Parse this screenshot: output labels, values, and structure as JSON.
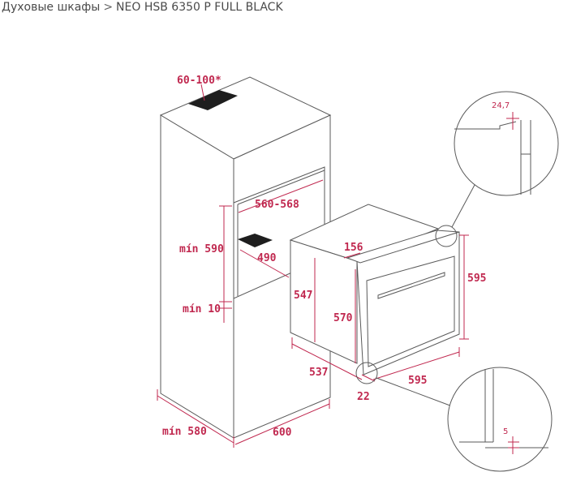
{
  "breadcrumb": {
    "parent": "Духовые шкафы",
    "separator": ">",
    "current": "NEO HSB 6350 P FULL BLACK"
  },
  "diagram": {
    "accent_color": "#c0284f",
    "line_color": "#5a5a5a",
    "labels": {
      "ventilation": "60-100*",
      "niche_width": "560-568",
      "niche_height": "mín 590",
      "niche_depth": "490",
      "bottom_gap": "mín 10",
      "cabinet_depth": "mín 580",
      "cabinet_width": "600",
      "oven_top_depth": "156",
      "oven_body_height": "547",
      "oven_inner_height": "570",
      "oven_height": "595",
      "oven_depth": "537",
      "oven_width": "595",
      "door_offset": "22",
      "detail_top": "24,7",
      "detail_bottom": "5"
    }
  }
}
